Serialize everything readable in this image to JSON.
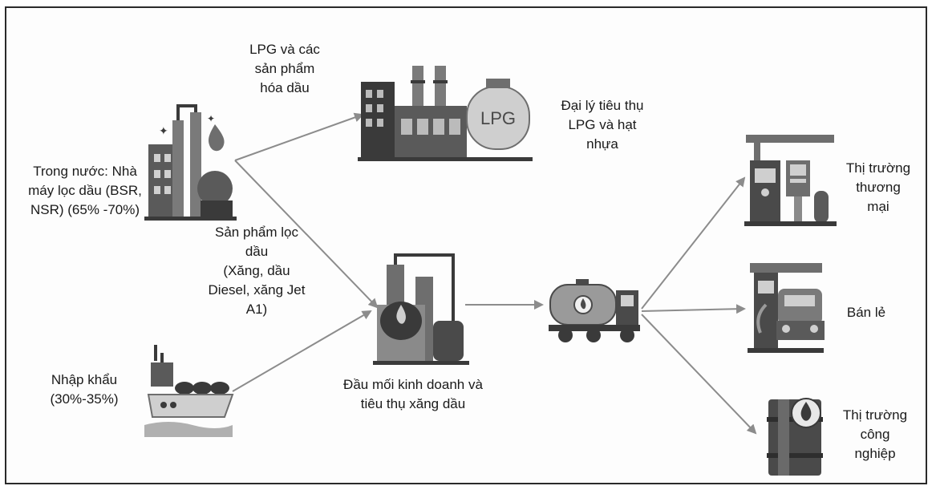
{
  "labels": {
    "domestic": "Trong nước: Nhà\nmáy lọc dầu (BSR,\nNSR) (65% -70%)",
    "lpg_products": "LPG và các\nsản phẩm\nhóa dầu",
    "lpg_agent": "Đại lý tiêu thụ\nLPG và hạt\nnhựa",
    "refined_products": "Sản phẩm lọc\ndầu\n(Xăng, dầu\nDiesel, xăng Jet\nA1)",
    "import": "Nhập khẩu\n(30%-35%)",
    "hub": "Đầu mối kinh doanh và\ntiêu thụ xăng dầu",
    "commercial_market": "Thị trường\nthương\nmại",
    "retail": "Bán lẻ",
    "industrial_market": "Thị trường\ncông\nnghiệp"
  },
  "tank_text": "LPG",
  "colors": {
    "arrow": "#8c8c8c",
    "dark": "#3a3a3a",
    "mid": "#6e6e6e",
    "light": "#c8c8c8"
  }
}
